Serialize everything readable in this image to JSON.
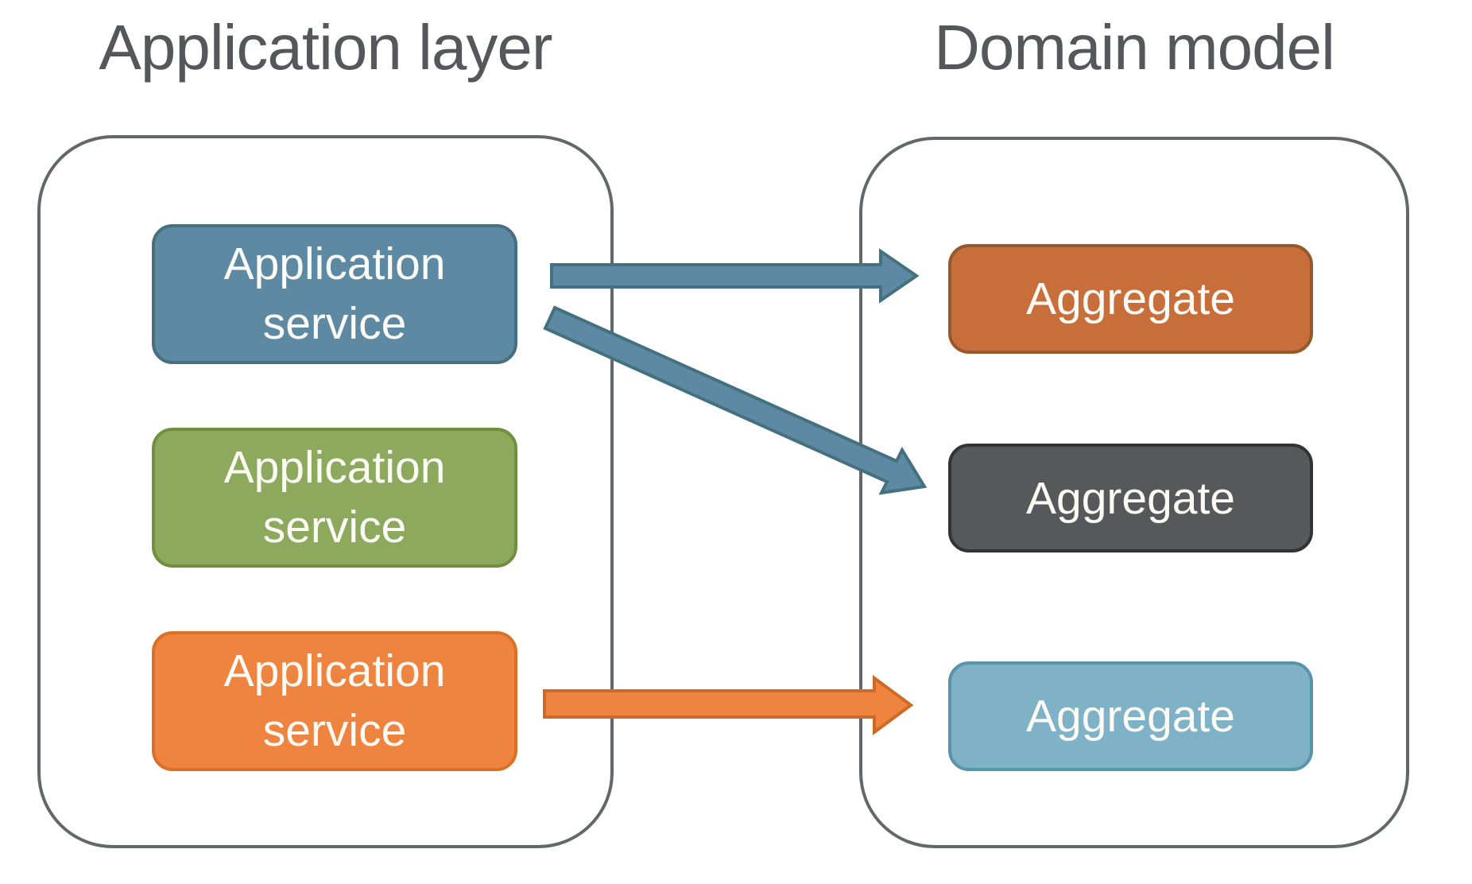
{
  "application_layer": {
    "title": "Application layer",
    "services": [
      {
        "label": "Application service",
        "fill": "#5d8aa2",
        "border": "#46707f"
      },
      {
        "label": "Application service",
        "fill": "#8ca95e",
        "border": "#71903f"
      },
      {
        "label": "Application service",
        "fill": "#ef8440",
        "border": "#da7127"
      }
    ]
  },
  "domain_model": {
    "title": "Domain model",
    "aggregates": [
      {
        "label": "Aggregate",
        "fill": "#c76e3b",
        "border": "#96582c"
      },
      {
        "label": "Aggregate",
        "fill": "#57585a",
        "border": "#323335"
      },
      {
        "label": "Aggregate",
        "fill": "#7fb2c6",
        "border": "#5894aa"
      }
    ]
  },
  "arrows": [
    {
      "from": "application-service-1",
      "to": "aggregate-1",
      "fill": "#5d8aa2",
      "stroke": "#44707f"
    },
    {
      "from": "application-service-1",
      "to": "aggregate-2",
      "fill": "#5d8aa2",
      "stroke": "#44707f"
    },
    {
      "from": "application-service-3",
      "to": "aggregate-3",
      "fill": "#ef8440",
      "stroke": "#cf6a26"
    }
  ],
  "colors": {
    "background": "#ffffff",
    "container_border": "#64676a",
    "title_text": "#55575b",
    "node_text": "#fbfaf4"
  }
}
